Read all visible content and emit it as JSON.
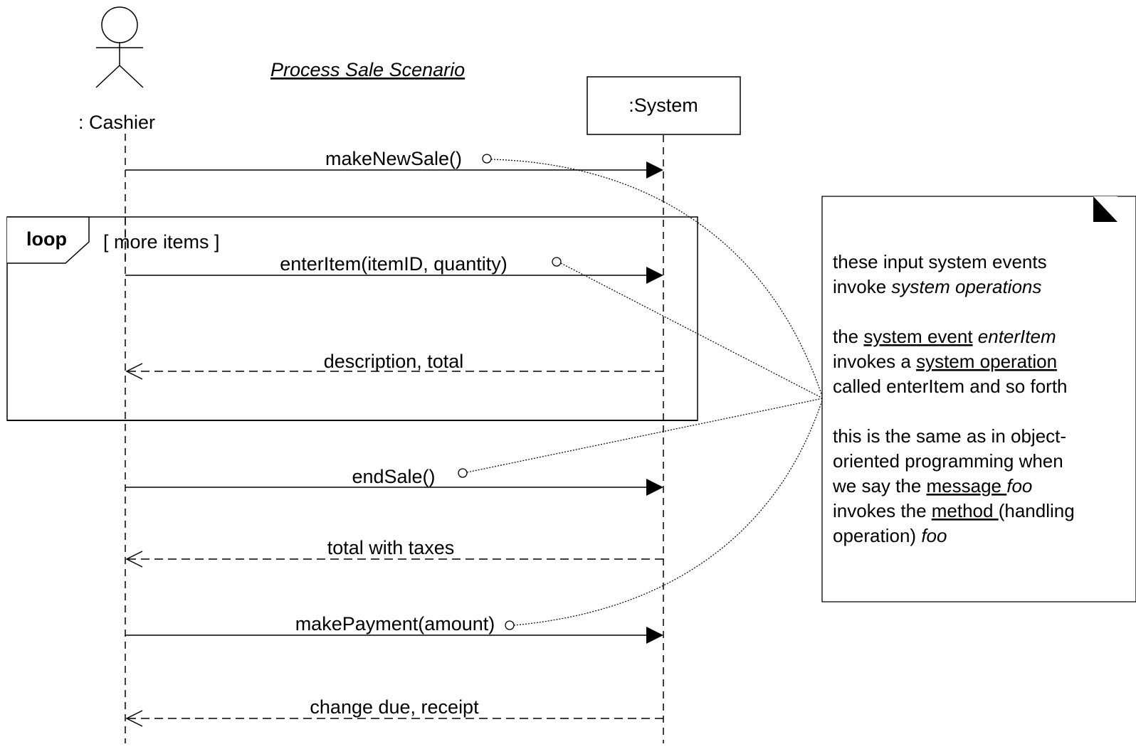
{
  "diagram": {
    "title": "Process Sale Scenario",
    "actor_label": ": Cashier",
    "system_label": ":System",
    "loop": {
      "keyword": "loop",
      "guard": "[ more items ]"
    },
    "messages": [
      {
        "label": "makeNewSale()",
        "kind": "call"
      },
      {
        "label": "enterItem(itemID, quantity)",
        "kind": "call"
      },
      {
        "label": "description, total",
        "kind": "return"
      },
      {
        "label": "endSale()",
        "kind": "call"
      },
      {
        "label": "total with taxes",
        "kind": "return"
      },
      {
        "label": "makePayment(amount)",
        "kind": "call"
      },
      {
        "label": "change due, receipt",
        "kind": "return"
      }
    ],
    "note": {
      "p1_l1": "these input system events",
      "p1_l2a": "invoke ",
      "p1_l2b": "system operations",
      "p2_l1a": "the ",
      "p2_l1b": "system event",
      "p2_l1c": " ",
      "p2_l1d": "enterItem",
      "p2_l2a": "invokes a ",
      "p2_l2b": "system operation",
      "p2_l3": "called enterItem and so forth",
      "p3_l1": "this is the same as in object-",
      "p3_l2": "oriented programming when",
      "p3_l3a": "we say the ",
      "p3_l3b": "message ",
      "p3_l3c": "foo",
      "p3_l4a": "invokes the ",
      "p3_l4b": "method ",
      "p3_l4c": "(handling",
      "p3_l5a": "operation) ",
      "p3_l5b": "foo"
    }
  }
}
